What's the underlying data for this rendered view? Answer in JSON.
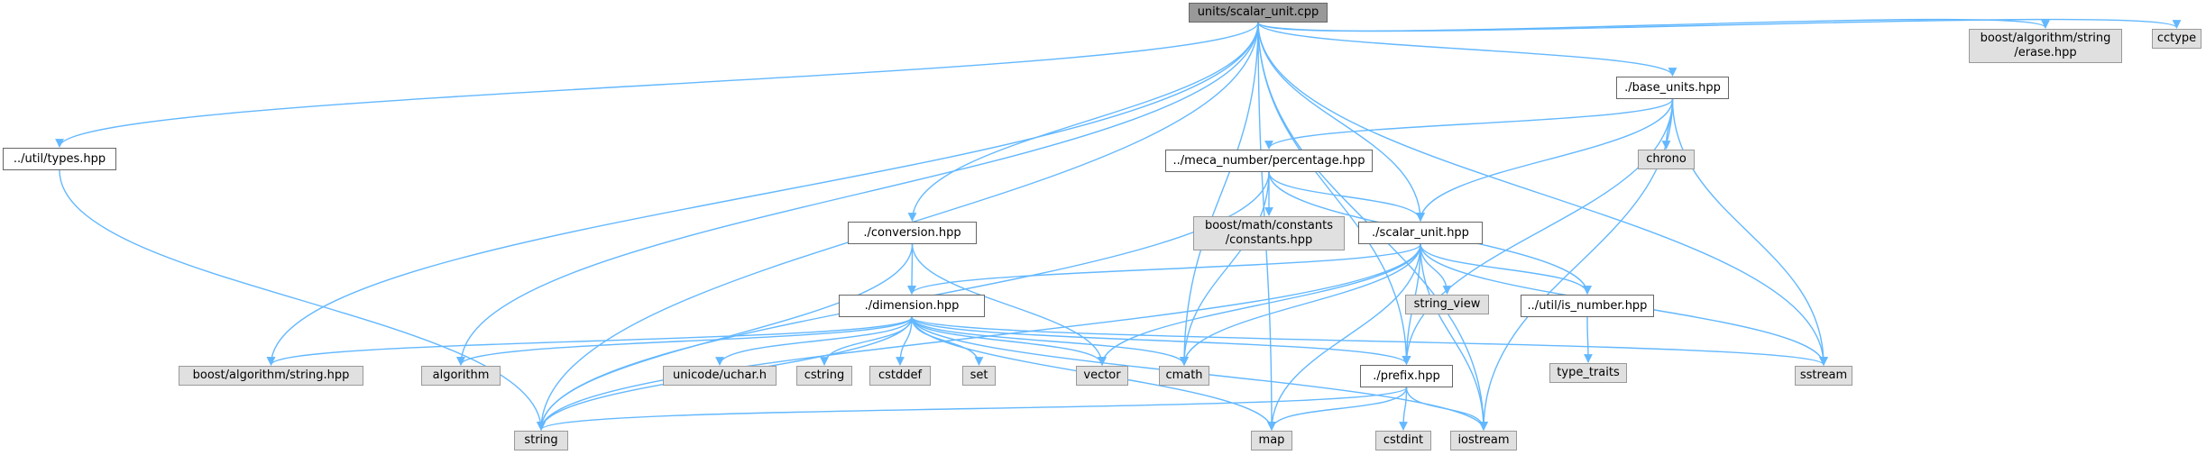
{
  "graph": {
    "kind": "include dependency graph",
    "nodes": [
      {
        "id": "root",
        "label": "units/scalar_unit.cpp",
        "style": "main"
      },
      {
        "id": "types",
        "label": "../util/types.hpp",
        "style": "local"
      },
      {
        "id": "base",
        "label": "./base_units.hpp",
        "style": "local"
      },
      {
        "id": "erase",
        "label": "boost/algorithm/string\n/erase.hpp",
        "style": "system"
      },
      {
        "id": "cctype",
        "label": "cctype",
        "style": "system"
      },
      {
        "id": "chrono",
        "label": "chrono",
        "style": "system"
      },
      {
        "id": "pct",
        "label": "../meca_number/percentage.hpp",
        "style": "local"
      },
      {
        "id": "mathconst",
        "label": "boost/math/constants\n/constants.hpp",
        "style": "system"
      },
      {
        "id": "conv",
        "label": "./conversion.hpp",
        "style": "local"
      },
      {
        "id": "su",
        "label": "./scalar_unit.hpp",
        "style": "local"
      },
      {
        "id": "stringview",
        "label": "string_view",
        "style": "system"
      },
      {
        "id": "isnum",
        "label": "../util/is_number.hpp",
        "style": "local"
      },
      {
        "id": "dim",
        "label": "./dimension.hpp",
        "style": "local"
      },
      {
        "id": "typetraits",
        "label": "type_traits",
        "style": "system"
      },
      {
        "id": "bstring",
        "label": "boost/algorithm/string.hpp",
        "style": "system"
      },
      {
        "id": "algorithm",
        "label": "algorithm",
        "style": "system"
      },
      {
        "id": "uchar",
        "label": "unicode/uchar.h",
        "style": "system"
      },
      {
        "id": "cstring",
        "label": "cstring",
        "style": "system"
      },
      {
        "id": "cstddef",
        "label": "cstddef",
        "style": "system"
      },
      {
        "id": "set",
        "label": "set",
        "style": "system"
      },
      {
        "id": "vector",
        "label": "vector",
        "style": "system"
      },
      {
        "id": "cmath",
        "label": "cmath",
        "style": "system"
      },
      {
        "id": "prefix",
        "label": "./prefix.hpp",
        "style": "local"
      },
      {
        "id": "sstream",
        "label": "sstream",
        "style": "system"
      },
      {
        "id": "string",
        "label": "string",
        "style": "system"
      },
      {
        "id": "map",
        "label": "map",
        "style": "system"
      },
      {
        "id": "cstdint",
        "label": "cstdint",
        "style": "system"
      },
      {
        "id": "iostream",
        "label": "iostream",
        "style": "system"
      }
    ],
    "edges": [
      [
        "root",
        "types"
      ],
      [
        "root",
        "string"
      ],
      [
        "root",
        "bstring"
      ],
      [
        "root",
        "algorithm"
      ],
      [
        "root",
        "conv"
      ],
      [
        "root",
        "map"
      ],
      [
        "root",
        "cmath"
      ],
      [
        "root",
        "su"
      ],
      [
        "root",
        "prefix"
      ],
      [
        "root",
        "base"
      ],
      [
        "root",
        "sstream"
      ],
      [
        "root",
        "iostream"
      ],
      [
        "root",
        "erase"
      ],
      [
        "root",
        "cctype"
      ],
      [
        "types",
        "string"
      ],
      [
        "base",
        "pct"
      ],
      [
        "base",
        "su"
      ],
      [
        "base",
        "chrono"
      ],
      [
        "base",
        "prefix"
      ],
      [
        "base",
        "sstream"
      ],
      [
        "base",
        "iostream"
      ],
      [
        "pct",
        "string"
      ],
      [
        "pct",
        "mathconst"
      ],
      [
        "pct",
        "su"
      ],
      [
        "pct",
        "isnum"
      ],
      [
        "pct",
        "cmath"
      ],
      [
        "conv",
        "dim"
      ],
      [
        "conv",
        "string"
      ],
      [
        "conv",
        "vector"
      ],
      [
        "su",
        "dim"
      ],
      [
        "su",
        "stringview"
      ],
      [
        "su",
        "isnum"
      ],
      [
        "su",
        "string"
      ],
      [
        "su",
        "vector"
      ],
      [
        "su",
        "cmath"
      ],
      [
        "su",
        "map"
      ],
      [
        "su",
        "prefix"
      ],
      [
        "su",
        "iostream"
      ],
      [
        "su",
        "sstream"
      ],
      [
        "isnum",
        "typetraits"
      ],
      [
        "dim",
        "bstring"
      ],
      [
        "dim",
        "algorithm"
      ],
      [
        "dim",
        "uchar"
      ],
      [
        "dim",
        "cstring"
      ],
      [
        "dim",
        "cstddef"
      ],
      [
        "dim",
        "set"
      ],
      [
        "dim",
        "vector"
      ],
      [
        "dim",
        "cmath"
      ],
      [
        "dim",
        "prefix"
      ],
      [
        "dim",
        "sstream"
      ],
      [
        "dim",
        "string"
      ],
      [
        "dim",
        "map"
      ],
      [
        "dim",
        "iostream"
      ],
      [
        "prefix",
        "string"
      ],
      [
        "prefix",
        "map"
      ],
      [
        "prefix",
        "cstdint"
      ],
      [
        "prefix",
        "iostream"
      ]
    ]
  },
  "colors": {
    "edge": "#63b8ff",
    "main_fill": "#999999",
    "system_fill": "#e0e0e0",
    "local_fill": "#ffffff",
    "border": "#999999"
  }
}
